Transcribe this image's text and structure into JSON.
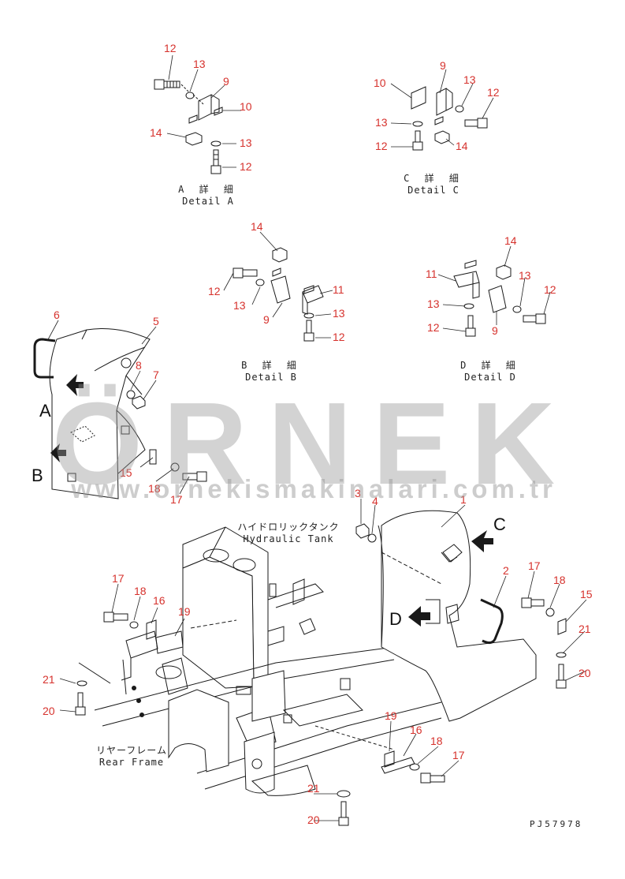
{
  "details": {
    "a": {
      "jp": "A 詳 細",
      "en": "Detail A"
    },
    "b": {
      "jp": "B 詳 細",
      "en": "Detail B"
    },
    "c": {
      "jp": "C 詳 細",
      "en": "Detail C"
    },
    "d": {
      "jp": "D 詳 細",
      "en": "Detail D"
    }
  },
  "labels": {
    "hydraulic_tank_jp": "ハイドロリックタンク",
    "hydraulic_tank_en": "Hydraulic Tank",
    "rear_frame_jp": "リヤーフレーム",
    "rear_frame_en": "Rear Frame",
    "view_letters": {
      "a": "A",
      "b": "B",
      "c": "C",
      "d": "D"
    }
  },
  "callouts": [
    {
      "id": "a-12a",
      "text": "12"
    },
    {
      "id": "a-13a",
      "text": "13"
    },
    {
      "id": "a-9",
      "text": "9"
    },
    {
      "id": "a-10",
      "text": "10"
    },
    {
      "id": "a-14",
      "text": "14"
    },
    {
      "id": "a-13b",
      "text": "13"
    },
    {
      "id": "a-12b",
      "text": "12"
    },
    {
      "id": "c-9",
      "text": "9"
    },
    {
      "id": "c-10",
      "text": "10"
    },
    {
      "id": "c-13a",
      "text": "13"
    },
    {
      "id": "c-12a",
      "text": "12"
    },
    {
      "id": "c-13b",
      "text": "13"
    },
    {
      "id": "c-12b",
      "text": "12"
    },
    {
      "id": "c-14",
      "text": "14"
    },
    {
      "id": "b-14",
      "text": "14"
    },
    {
      "id": "b-12a",
      "text": "12"
    },
    {
      "id": "b-13a",
      "text": "13"
    },
    {
      "id": "b-11",
      "text": "11"
    },
    {
      "id": "b-9",
      "text": "9"
    },
    {
      "id": "b-13b",
      "text": "13"
    },
    {
      "id": "b-12b",
      "text": "12"
    },
    {
      "id": "d-14",
      "text": "14"
    },
    {
      "id": "d-11",
      "text": "11"
    },
    {
      "id": "d-13a",
      "text": "13"
    },
    {
      "id": "d-12a",
      "text": "12"
    },
    {
      "id": "d-13b",
      "text": "13"
    },
    {
      "id": "d-12b",
      "text": "12"
    },
    {
      "id": "d-9",
      "text": "9"
    },
    {
      "id": "l-6",
      "text": "6"
    },
    {
      "id": "l-5",
      "text": "5"
    },
    {
      "id": "l-8",
      "text": "8"
    },
    {
      "id": "l-7",
      "text": "7"
    },
    {
      "id": "l-15",
      "text": "15"
    },
    {
      "id": "l-18",
      "text": "18"
    },
    {
      "id": "l-17",
      "text": "17"
    },
    {
      "id": "r-3",
      "text": "3"
    },
    {
      "id": "r-4",
      "text": "4"
    },
    {
      "id": "r-1",
      "text": "1"
    },
    {
      "id": "r-2",
      "text": "2"
    },
    {
      "id": "r-17",
      "text": "17"
    },
    {
      "id": "r-18",
      "text": "18"
    },
    {
      "id": "r-15",
      "text": "15"
    },
    {
      "id": "r-21",
      "text": "21"
    },
    {
      "id": "r-20",
      "text": "20"
    },
    {
      "id": "m-17",
      "text": "17"
    },
    {
      "id": "m-18",
      "text": "18"
    },
    {
      "id": "m-16",
      "text": "16"
    },
    {
      "id": "m-19",
      "text": "19"
    },
    {
      "id": "m-21",
      "text": "21"
    },
    {
      "id": "m-20",
      "text": "20"
    },
    {
      "id": "b2-19",
      "text": "19"
    },
    {
      "id": "b2-16",
      "text": "16"
    },
    {
      "id": "b2-18",
      "text": "18"
    },
    {
      "id": "b2-17",
      "text": "17"
    },
    {
      "id": "b2-21",
      "text": "21"
    },
    {
      "id": "b2-20",
      "text": "20"
    }
  ],
  "watermark": {
    "brand": "ÖRNEK",
    "url": "www.ornekismakinalari.com.tr"
  },
  "drawing_code": "PJ57978",
  "colors": {
    "callout": "#d6322d",
    "line": "#1a1a1a",
    "watermark": "#969696"
  }
}
